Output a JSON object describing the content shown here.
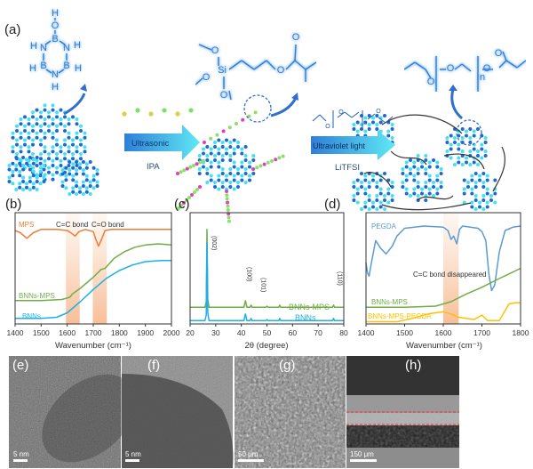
{
  "figure": {
    "panel_labels": {
      "a": "(a)",
      "b": "(b)",
      "c": "(c)",
      "d": "(d)",
      "e": "(e)",
      "f": "(f)",
      "g": "(g)",
      "h": "(h)"
    },
    "schematic": {
      "borazine_atoms": [
        "H",
        "O",
        "B",
        "N",
        "H",
        "N",
        "H",
        "B",
        "H",
        "B",
        "H",
        "N",
        "H"
      ],
      "mps_atoms": [
        "O",
        "O",
        "Si",
        "O",
        "O",
        "O"
      ],
      "pegda_atoms": [
        "O",
        "O",
        "O",
        "O",
        "n"
      ],
      "small_pegda_atoms": [
        "O",
        "O",
        "n",
        "O"
      ],
      "arrow1_label": "Ultrasonic",
      "arrow1_sublabel": "IPA",
      "arrow2_label": "Ultraviolet light",
      "arrow2_sublabel": "LiTFSI"
    },
    "micrographs": [
      {
        "label": "(e)",
        "scale_bar": "5 nm"
      },
      {
        "label": "(f)",
        "scale_bar": "5 nm"
      },
      {
        "label": "(g)",
        "scale_bar": "50 μm"
      },
      {
        "label": "(h)",
        "scale_bar": "150 μm"
      }
    ],
    "colors": {
      "mps": "#ef7d37",
      "bnns_mps": "#70ad47",
      "bnns": "#1cb0ea",
      "pegda": "#5b9bd5",
      "bnns_mps_pegda": "#ffc000",
      "band": "#f4a46a",
      "atom_cyan": "#3fe3f3",
      "atom_blue": "#2266d0"
    }
  },
  "chart_data": [
    {
      "id": "b",
      "type": "line",
      "title": "",
      "xlabel": "Wavenumber (cm⁻¹)",
      "ylabel": "",
      "xlim": [
        1400,
        2000
      ],
      "ylim": [
        0,
        1
      ],
      "xticks": [
        "1400",
        "1500",
        "1600",
        "1700",
        "1800",
        "1900",
        "2000"
      ],
      "annotations": [
        "C=C bond",
        "C=O bond"
      ],
      "bands": [
        [
          1595,
          1648
        ],
        [
          1698,
          1752
        ]
      ],
      "series": [
        {
          "name": "MPS",
          "color": "#ef7d37",
          "x": [
            1400,
            1420,
            1445,
            1470,
            1500,
            1560,
            1600,
            1620,
            1630,
            1645,
            1670,
            1700,
            1710,
            1720,
            1732,
            1745,
            1770,
            1850,
            2000
          ],
          "y": [
            0.84,
            0.82,
            0.77,
            0.82,
            0.85,
            0.85,
            0.84,
            0.81,
            0.79,
            0.83,
            0.85,
            0.83,
            0.76,
            0.7,
            0.76,
            0.84,
            0.85,
            0.85,
            0.85
          ]
        },
        {
          "name": "BNNs-MPS",
          "color": "#70ad47",
          "x": [
            1400,
            1500,
            1580,
            1610,
            1620,
            1650,
            1700,
            1730,
            1745,
            1780,
            1820,
            1860,
            1900,
            1950,
            2000
          ],
          "y": [
            0.21,
            0.21,
            0.22,
            0.24,
            0.27,
            0.32,
            0.42,
            0.49,
            0.5,
            0.59,
            0.65,
            0.69,
            0.71,
            0.72,
            0.71
          ]
        },
        {
          "name": "BNNs",
          "color": "#1cb0ea",
          "x": [
            1400,
            1500,
            1560,
            1600,
            1650,
            1700,
            1750,
            1800,
            1850,
            1900,
            1960,
            2000
          ],
          "y": [
            0.05,
            0.05,
            0.06,
            0.1,
            0.2,
            0.31,
            0.41,
            0.48,
            0.53,
            0.56,
            0.57,
            0.57
          ]
        }
      ]
    },
    {
      "id": "c",
      "type": "line",
      "title": "",
      "xlabel": "2θ (degree)",
      "ylabel": "",
      "xlim": [
        20,
        80
      ],
      "ylim": [
        0,
        100
      ],
      "xticks": [
        "20",
        "30",
        "40",
        "50",
        "60",
        "70",
        "80"
      ],
      "peak_labels": [
        {
          "x": 26.6,
          "text": "(002)"
        },
        {
          "x": 41.6,
          "text": "(100)"
        },
        {
          "x": 43.8,
          "text": "(101)"
        },
        {
          "x": 76.0,
          "text": "(110)"
        }
      ],
      "series": [
        {
          "name": "BNNs-MPS",
          "color": "#70ad47",
          "x": [
            20,
            25.8,
            26.3,
            26.6,
            26.9,
            27.4,
            41.0,
            41.6,
            42.2,
            43.4,
            43.8,
            44.2,
            49.6,
            50,
            50.4,
            54.6,
            55,
            55.4,
            75.6,
            76,
            76.4,
            80
          ],
          "y": [
            15,
            15,
            20,
            85,
            22,
            15,
            15,
            21,
            15,
            15,
            17,
            15,
            15,
            16,
            15,
            15,
            17,
            15,
            15,
            17,
            15,
            15
          ]
        },
        {
          "name": "BNNs",
          "color": "#1cb0ea",
          "x": [
            20,
            25.8,
            26.3,
            26.6,
            26.9,
            27.4,
            41.0,
            41.6,
            42.2,
            43.4,
            43.8,
            44.2,
            49.6,
            50,
            50.4,
            54.6,
            55,
            55.4,
            75.6,
            76,
            76.4,
            80
          ],
          "y": [
            3,
            3,
            8,
            73,
            10,
            3,
            3,
            9,
            3,
            3,
            5,
            3,
            3,
            4,
            3,
            3,
            5,
            3,
            3,
            5,
            3,
            3
          ]
        }
      ]
    },
    {
      "id": "d",
      "type": "line",
      "title": "",
      "xlabel": "Wavenumber (cm⁻¹)",
      "ylabel": "",
      "xlim": [
        1400,
        1800
      ],
      "ylim": [
        0,
        1
      ],
      "xticks": [
        "1400",
        "1500",
        "1600",
        "1700",
        "1800"
      ],
      "annotations": [
        "C=C bond disappeared"
      ],
      "bands": [
        [
          1600,
          1640
        ]
      ],
      "series": [
        {
          "name": "PEGDA",
          "color": "#5b9bd5",
          "x": [
            1400,
            1404,
            1408,
            1414,
            1425,
            1438,
            1452,
            1468,
            1480,
            1500,
            1550,
            1600,
            1612,
            1620,
            1627,
            1635,
            1642,
            1650,
            1690,
            1700,
            1710,
            1718,
            1725,
            1733,
            1745,
            1760,
            1780,
            1800
          ],
          "y": [
            0.55,
            0.46,
            0.43,
            0.55,
            0.75,
            0.68,
            0.63,
            0.7,
            0.79,
            0.86,
            0.88,
            0.87,
            0.84,
            0.76,
            0.79,
            0.72,
            0.85,
            0.88,
            0.86,
            0.83,
            0.75,
            0.45,
            0.3,
            0.35,
            0.65,
            0.84,
            0.87,
            0.88
          ]
        },
        {
          "name": "BNNs-MPS",
          "color": "#70ad47",
          "x": [
            1400,
            1500,
            1580,
            1620,
            1660,
            1700,
            1740,
            1770,
            1800
          ],
          "y": [
            0.15,
            0.15,
            0.16,
            0.2,
            0.27,
            0.33,
            0.4,
            0.45,
            0.5
          ]
        },
        {
          "name": "BNNs-MPS-PEGDA",
          "color": "#ffc000",
          "x": [
            1400,
            1480,
            1520,
            1560,
            1600,
            1620,
            1640,
            1680,
            1700,
            1715,
            1745,
            1760,
            1770,
            1785,
            1800
          ],
          "y": [
            0.02,
            0.02,
            0.05,
            0.09,
            0.11,
            0.09,
            0.06,
            0.04,
            0.08,
            0.03,
            0.03,
            0.12,
            0.18,
            0.19,
            0.19
          ]
        }
      ]
    }
  ]
}
